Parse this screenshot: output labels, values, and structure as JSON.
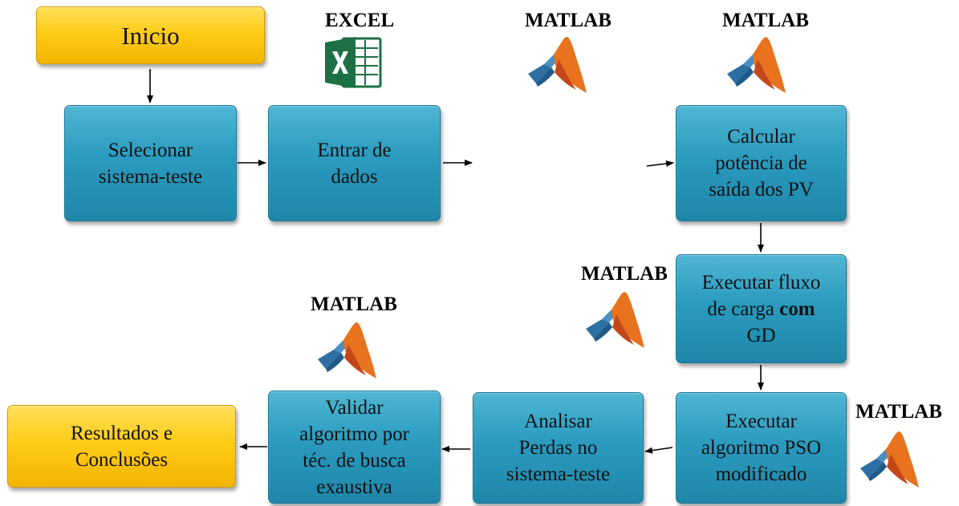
{
  "nodes": {
    "inicio": "Inicio",
    "selecionar": [
      "Selecionar",
      "sistema-teste"
    ],
    "entrar": [
      "Entrar de",
      "dados"
    ],
    "calcular": [
      "Calcular",
      "potência de",
      "saída dos PV"
    ],
    "executar_fluxo": {
      "line1": "Executar fluxo",
      "line2_pre": "de carga ",
      "line2_bold": "com",
      "line3": "GD"
    },
    "executar_pso": [
      "Executar",
      "algoritmo PSO",
      "modificado"
    ],
    "analisar": [
      "Analisar",
      "Perdas no",
      "sistema-teste"
    ],
    "validar": [
      "Validar",
      "algoritmo por",
      "téc. de busca",
      "exaustiva"
    ],
    "resultados": [
      "Resultados e",
      "Conclusões"
    ]
  },
  "tool_labels": {
    "excel": "EXCEL",
    "matlab_1": "MATLAB",
    "matlab_2": "MATLAB",
    "matlab_3": "MATLAB",
    "matlab_4": "MATLAB",
    "matlab_5": "MATLAB"
  },
  "icons": {
    "excel_logo": "excel-logo-icon",
    "matlab_logo": "matlab-membrane-logo-icon"
  },
  "colors": {
    "process_box": "#2a9bbf",
    "terminal_box": "#ffcc17",
    "excel_green": "#1d7044",
    "matlab_orange": "#e8731e"
  }
}
